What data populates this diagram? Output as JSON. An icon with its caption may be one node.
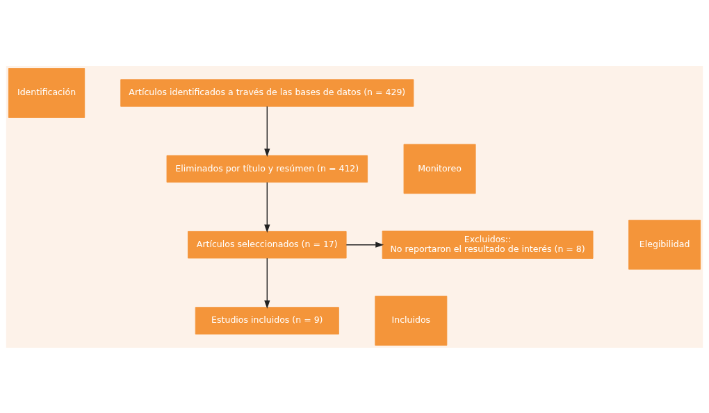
{
  "diagram": {
    "nodes": [
      {
        "text": [
          "Identificación"
        ]
      },
      {
        "text": [
          "Artículos identificados a través de las bases de datos (n = 429)"
        ]
      },
      {
        "text": [
          "Monitoreo"
        ]
      },
      {
        "text": [
          "Eliminados por título y resúmen (n = 412)"
        ]
      },
      {
        "text": [
          "Elegibilidad"
        ]
      },
      {
        "text": [
          "Artículos seleccionados (n = 17)"
        ]
      },
      {
        "text": [
          "Excluidos::",
          "No reportaron el resultado de interés (n = 8)"
        ]
      },
      {
        "text": [
          "Incluidos"
        ]
      },
      {
        "text": [
          "Estudios incluidos (n = 9)"
        ]
      }
    ],
    "edges": [
      {
        "from": 1,
        "to": 3,
        "arrow": "to"
      },
      {
        "from": 3,
        "to": 5,
        "arrow": "to"
      },
      {
        "from": 5,
        "to": 6,
        "arrow": "to"
      },
      {
        "from": 5,
        "to": 8,
        "arrow": "to"
      }
    ]
  }
}
